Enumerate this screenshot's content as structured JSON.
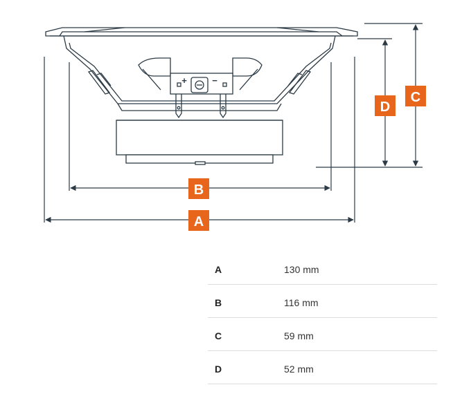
{
  "labels": {
    "a": "A",
    "b": "B",
    "c": "C",
    "d": "D"
  },
  "terminals": {
    "plus": "+",
    "minus": "−"
  },
  "specs": [
    {
      "key": "A",
      "value": "130 mm"
    },
    {
      "key": "B",
      "value": "116 mm"
    },
    {
      "key": "C",
      "value": "59 mm"
    },
    {
      "key": "D",
      "value": "52 mm"
    }
  ],
  "colors": {
    "badge": "#e8651c",
    "line": "#2b3a45"
  }
}
